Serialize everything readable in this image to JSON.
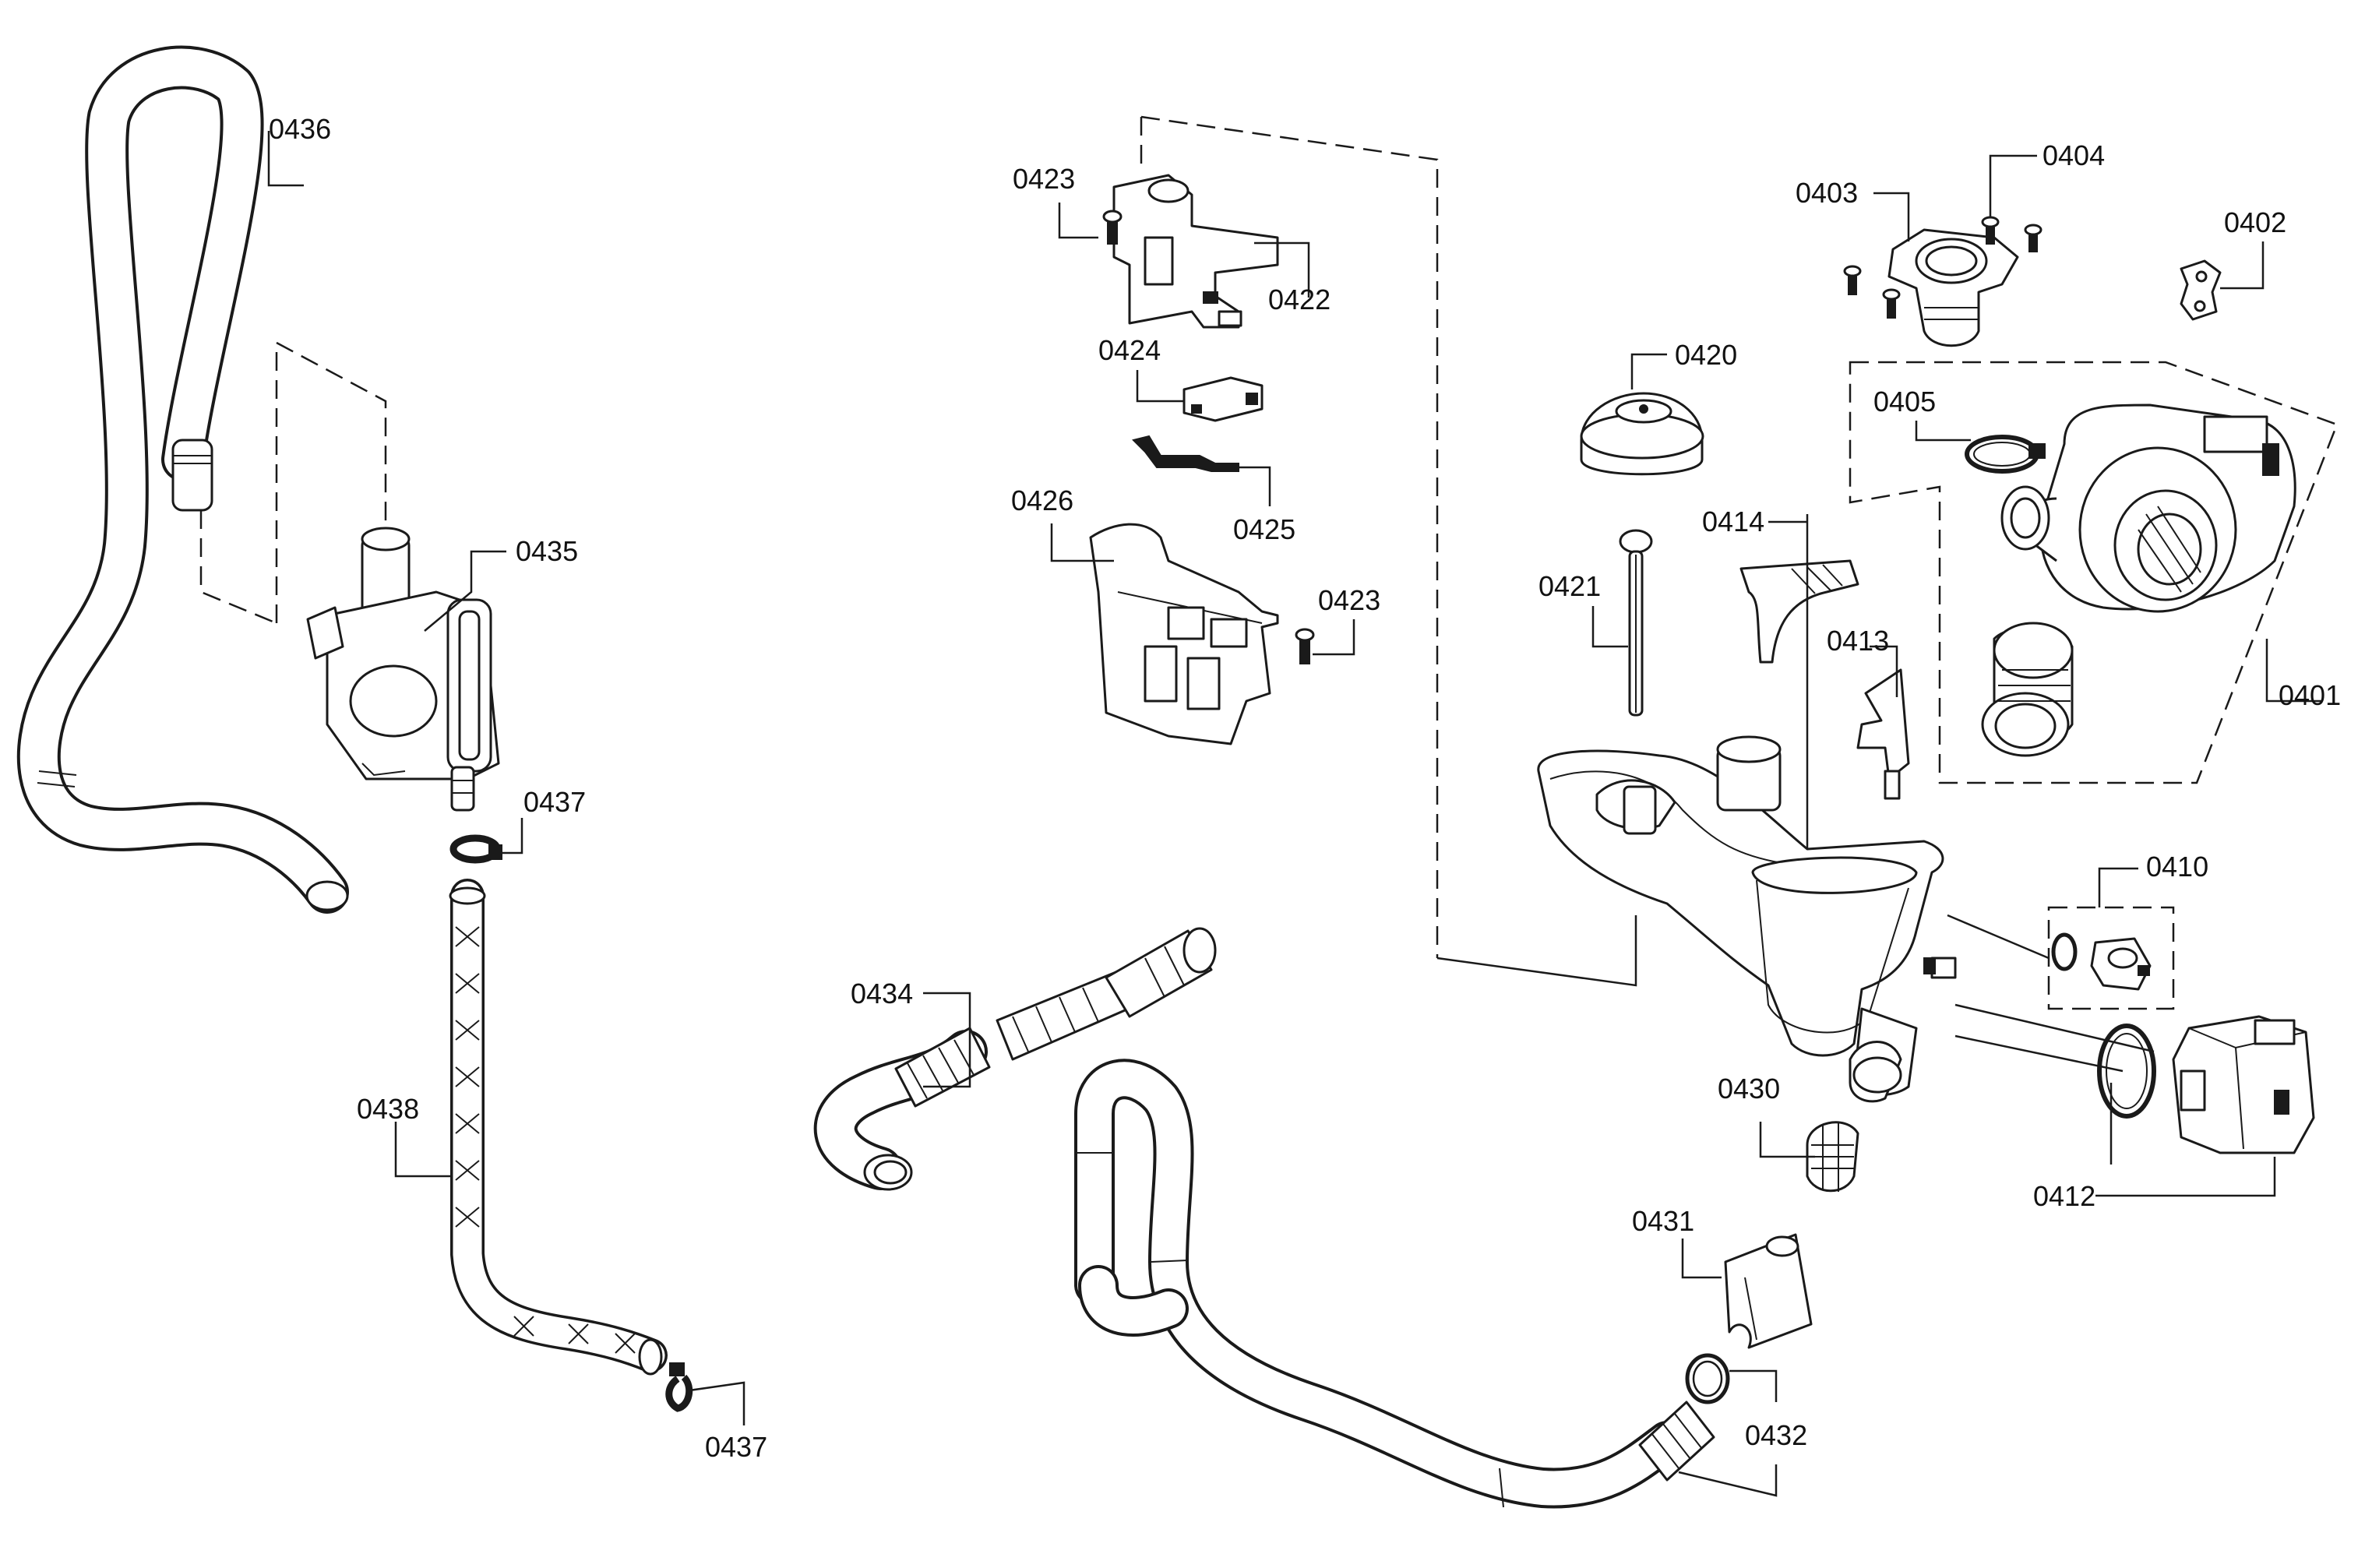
{
  "diagram": {
    "labels": {
      "p0401": "0401",
      "p0402": "0402",
      "p0403": "0403",
      "p0404": "0404",
      "p0405": "0405",
      "p0410": "0410",
      "p0412": "0412",
      "p0413": "0413",
      "p0414": "0414",
      "p0420": "0420",
      "p0421": "0421",
      "p0422": "0422",
      "p0423a": "0423",
      "p0423b": "0423",
      "p0424": "0424",
      "p0425": "0425",
      "p0426": "0426",
      "p0430": "0430",
      "p0431": "0431",
      "p0432": "0432",
      "p0434": "0434",
      "p0435": "0435",
      "p0436": "0436",
      "p0437a": "0437",
      "p0437b": "0437",
      "p0438": "0438"
    }
  }
}
